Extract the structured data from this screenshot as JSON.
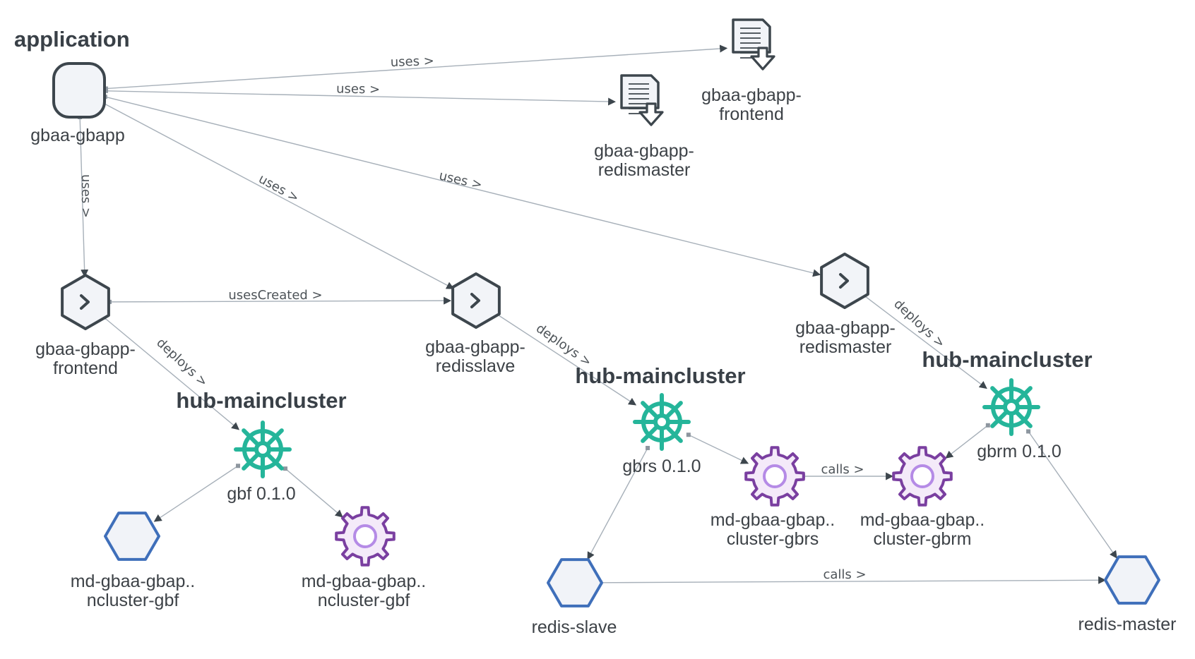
{
  "diagram": {
    "title": "application",
    "groups": [
      {
        "id": "g1",
        "title": "hub-maincluster"
      },
      {
        "id": "g2",
        "title": "hub-maincluster"
      },
      {
        "id": "g3",
        "title": "hub-maincluster"
      }
    ],
    "nodes": [
      {
        "id": "app",
        "type": "application",
        "lines": [
          "gbaa-gbapp"
        ]
      },
      {
        "id": "doc_frontend",
        "type": "deployable",
        "lines": [
          "gbaa-gbapp-",
          "frontend"
        ]
      },
      {
        "id": "doc_redismaster",
        "type": "deployable",
        "lines": [
          "gbaa-gbapp-",
          "redismaster"
        ]
      },
      {
        "id": "sub_frontend",
        "type": "subscription",
        "lines": [
          "gbaa-gbapp-",
          "frontend"
        ]
      },
      {
        "id": "sub_redisslave",
        "type": "subscription",
        "lines": [
          "gbaa-gbapp-",
          "redisslave"
        ]
      },
      {
        "id": "sub_redismaster",
        "type": "subscription",
        "lines": [
          "gbaa-gbapp-",
          "redismaster"
        ]
      },
      {
        "id": "helm_gbf",
        "type": "helm",
        "lines": [
          "gbf 0.1.0"
        ]
      },
      {
        "id": "helm_gbrs",
        "type": "helm",
        "lines": [
          "gbrs 0.1.0"
        ]
      },
      {
        "id": "helm_gbrm",
        "type": "helm",
        "lines": [
          "gbrm 0.1.0"
        ]
      },
      {
        "id": "svc_gbf",
        "type": "service",
        "lines": [
          "md-gbaa-gbap..",
          "ncluster-gbf"
        ]
      },
      {
        "id": "dep_gbf",
        "type": "deployment",
        "lines": [
          "md-gbaa-gbap..",
          "ncluster-gbf"
        ]
      },
      {
        "id": "dep_gbrs",
        "type": "deployment",
        "lines": [
          "md-gbaa-gbap..",
          "cluster-gbrs"
        ]
      },
      {
        "id": "dep_gbrm",
        "type": "deployment",
        "lines": [
          "md-gbaa-gbap..",
          "cluster-gbrm"
        ]
      },
      {
        "id": "redis_slave",
        "type": "service",
        "lines": [
          "redis-slave"
        ]
      },
      {
        "id": "redis_master",
        "type": "service",
        "lines": [
          "redis-master"
        ]
      }
    ],
    "edges": [
      {
        "from": "app",
        "to": "doc_frontend",
        "label": "uses >"
      },
      {
        "from": "app",
        "to": "doc_redismaster",
        "label": "uses >"
      },
      {
        "from": "app",
        "to": "sub_frontend",
        "label": "uses >"
      },
      {
        "from": "app",
        "to": "sub_redisslave",
        "label": "uses >"
      },
      {
        "from": "app",
        "to": "sub_redismaster",
        "label": "uses >"
      },
      {
        "from": "sub_frontend",
        "to": "sub_redisslave",
        "label": "usesCreated >"
      },
      {
        "from": "sub_frontend",
        "to": "helm_gbf",
        "label": "deploys >"
      },
      {
        "from": "sub_redisslave",
        "to": "helm_gbrs",
        "label": "deploys >"
      },
      {
        "from": "sub_redismaster",
        "to": "helm_gbrm",
        "label": "deploys >"
      },
      {
        "from": "helm_gbf",
        "to": "svc_gbf",
        "label": ""
      },
      {
        "from": "helm_gbf",
        "to": "dep_gbf",
        "label": ""
      },
      {
        "from": "helm_gbrs",
        "to": "dep_gbrs",
        "label": ""
      },
      {
        "from": "helm_gbrs",
        "to": "redis_slave",
        "label": ""
      },
      {
        "from": "helm_gbrm",
        "to": "dep_gbrm",
        "label": ""
      },
      {
        "from": "helm_gbrm",
        "to": "redis_master",
        "label": ""
      },
      {
        "from": "dep_gbrs",
        "to": "dep_gbrm",
        "label": "calls >"
      },
      {
        "from": "redis_slave",
        "to": "redis_master",
        "label": "calls >"
      }
    ],
    "colors": {
      "edge": "#a7b0b9",
      "node_stroke": "#3d464d",
      "node_fill": "#f2f4f8",
      "helm": "#25b59a",
      "deployment_stroke": "#7a3fa0",
      "deployment_fill": "#f4eaf9",
      "deployment_ring": "#b58be6",
      "service_stroke": "#3f6fba",
      "service_fill": "#f1f3f8"
    }
  }
}
